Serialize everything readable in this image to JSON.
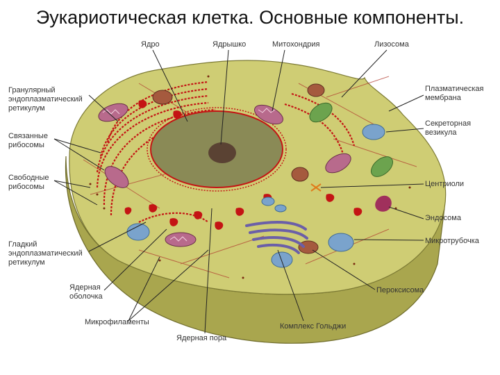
{
  "title": "Эукариотическая клетка. Основные компоненты.",
  "labels": {
    "nucleus": "Ядро",
    "nucleolus": "Ядрышко",
    "mitochondrion": "Митохондрия",
    "lysosome": "Лизосома",
    "rough_er": [
      "Гранулярный",
      "эндоплазматический",
      "ретикулум"
    ],
    "bound_ribosomes": [
      "Связанные",
      "рибосомы"
    ],
    "free_ribosomes": [
      "Свободные",
      "рибосомы"
    ],
    "smooth_er": [
      "Гладкий",
      "эндоплазматический",
      "ретикулум"
    ],
    "nuclear_envelope": [
      "Ядерная",
      "оболочка"
    ],
    "microfilaments": "Микрофиламенты",
    "nuclear_pore": "Ядерная пора",
    "golgi": "Комплекс Гольджи",
    "peroxisome": "Пероксисома",
    "microtubule": "Микротрубочка",
    "endosome": "Эндосома",
    "centrioles": "Центриоли",
    "secretory_vesicle": [
      "Секреторная",
      "везикула"
    ],
    "plasma_membrane": [
      "Плазматическая",
      "мембрана"
    ]
  },
  "colors": {
    "cytoplasm": "#cfcd74",
    "cell_side": "#a9a64e",
    "nucleus": "#8a8a56",
    "nucleolus": "#5a4233",
    "er": "#c41414",
    "mitochondria": "#b86a8c",
    "vesicle": "#7aa3cc",
    "chloro_green": "#6ca34e",
    "golgi": "#6b5fa8",
    "line": "#222222"
  }
}
